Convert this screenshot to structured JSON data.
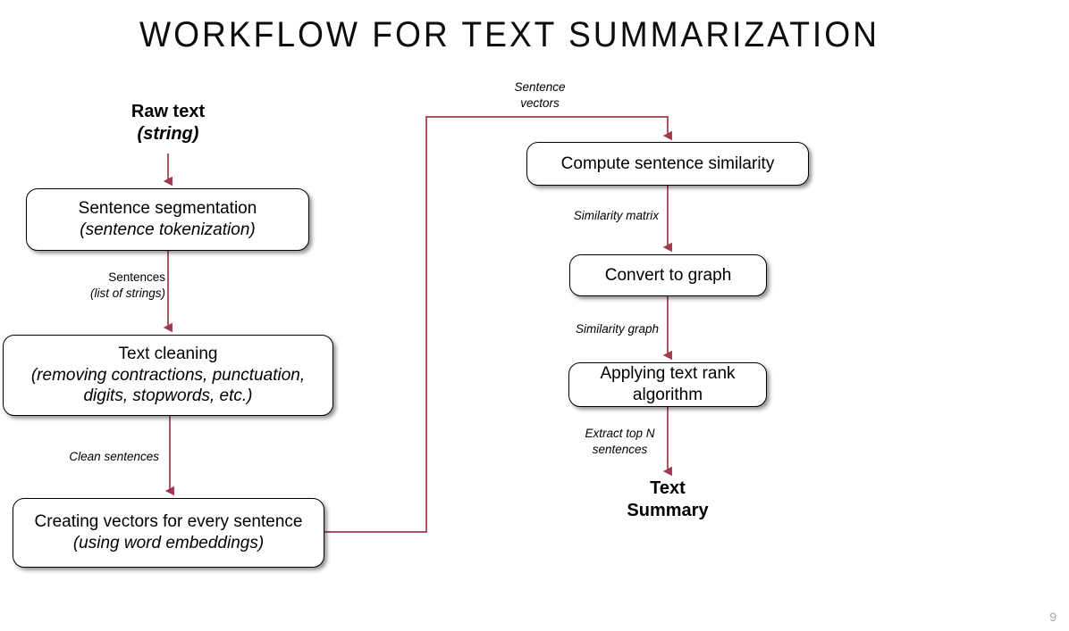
{
  "slide": {
    "title": "WORKFLOW FOR TEXT SUMMARIZATION",
    "page_number": "9",
    "accent_color": "#a0394c",
    "box_border_color": "#000000",
    "background_color": "#ffffff"
  },
  "terminals": {
    "start": {
      "line1": "Raw text",
      "line2": "(string)"
    },
    "end": {
      "line1": "Text",
      "line2": "Summary"
    }
  },
  "boxes": {
    "sentence_segmentation": {
      "line1": "Sentence segmentation",
      "line2": "(sentence tokenization)"
    },
    "text_cleaning": {
      "line1": "Text cleaning",
      "line2": "(removing contractions, punctuation,",
      "line3": "digits, stopwords, etc.)"
    },
    "creating_vectors": {
      "line1": "Creating vectors for every sentence",
      "line2": "(using word embeddings)"
    },
    "compute_similarity": {
      "line1": "Compute sentence  similarity"
    },
    "convert_to_graph": {
      "line1": "Convert  to graph"
    },
    "text_rank": {
      "line1": "Applying text rank",
      "line2": "algorithm"
    }
  },
  "edge_labels": {
    "sentences": {
      "line1": "Sentences",
      "line2": "(list of strings)"
    },
    "clean_sentences": {
      "line1": "Clean sentences"
    },
    "sentence_vectors": {
      "line1": "Sentence",
      "line2": "vectors"
    },
    "similarity_matrix": {
      "line1": "Similarity matrix"
    },
    "similarity_graph": {
      "line1": "Similarity graph"
    },
    "extract_top_n": {
      "line1": "Extract top N",
      "line2": "sentences"
    }
  },
  "chart_data": {
    "type": "diagram",
    "title": "WORKFLOW FOR TEXT SUMMARIZATION",
    "orientation": "two-column top-to-bottom flow",
    "nodes": [
      {
        "id": "raw_text",
        "label": "Raw text (string)",
        "kind": "terminator",
        "column": "left"
      },
      {
        "id": "sentence_segmentation",
        "label": "Sentence segmentation (sentence tokenization)",
        "kind": "process",
        "column": "left"
      },
      {
        "id": "text_cleaning",
        "label": "Text cleaning (removing contractions, punctuation, digits, stopwords, etc.)",
        "kind": "process",
        "column": "left"
      },
      {
        "id": "creating_vectors",
        "label": "Creating vectors for every sentence (using word embeddings)",
        "kind": "process",
        "column": "left"
      },
      {
        "id": "compute_similarity",
        "label": "Compute sentence  similarity",
        "kind": "process",
        "column": "right"
      },
      {
        "id": "convert_to_graph",
        "label": "Convert  to graph",
        "kind": "process",
        "column": "right"
      },
      {
        "id": "text_rank",
        "label": "Applying text rank algorithm",
        "kind": "process",
        "column": "right"
      },
      {
        "id": "text_summary",
        "label": "Text Summary",
        "kind": "terminator",
        "column": "right"
      }
    ],
    "edges": [
      {
        "from": "raw_text",
        "to": "sentence_segmentation",
        "label": ""
      },
      {
        "from": "sentence_segmentation",
        "to": "text_cleaning",
        "label": "Sentences (list of strings)"
      },
      {
        "from": "text_cleaning",
        "to": "creating_vectors",
        "label": "Clean sentences"
      },
      {
        "from": "creating_vectors",
        "to": "compute_similarity",
        "label": "Sentence vectors"
      },
      {
        "from": "compute_similarity",
        "to": "convert_to_graph",
        "label": "Similarity matrix"
      },
      {
        "from": "convert_to_graph",
        "to": "text_rank",
        "label": "Similarity graph"
      },
      {
        "from": "text_rank",
        "to": "text_summary",
        "label": "Extract top N sentences"
      }
    ]
  }
}
